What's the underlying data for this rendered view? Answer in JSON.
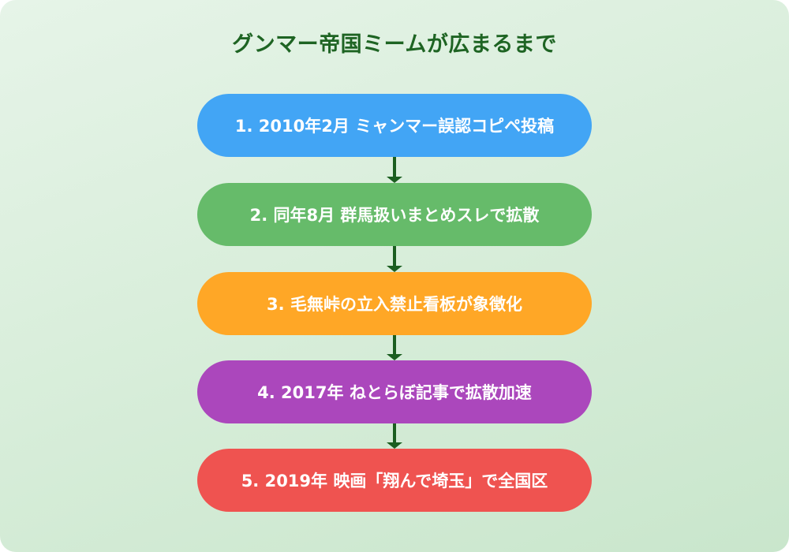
{
  "title": "グンマー帝国ミームが広まるまで",
  "steps": [
    {
      "label": "1. 2010年2月 ミャンマー誤認コピペ投稿",
      "color": "#42a5f5"
    },
    {
      "label": "2. 同年8月 群馬扱いまとめスレで拡散",
      "color": "#66bb6a"
    },
    {
      "label": "3. 毛無峠の立入禁止看板が象徴化",
      "color": "#ffa726"
    },
    {
      "label": "4. 2017年 ねとらぼ記事で拡散加速",
      "color": "#ab47bc"
    },
    {
      "label": "5. 2019年 映画「翔んで埼玉」で全国区",
      "color": "#ef5350"
    }
  ],
  "colors": {
    "title": "#1e6423",
    "arrow": "#1b5e20",
    "background_start": "#e6f4e8",
    "background_end": "#c9e6cc"
  }
}
